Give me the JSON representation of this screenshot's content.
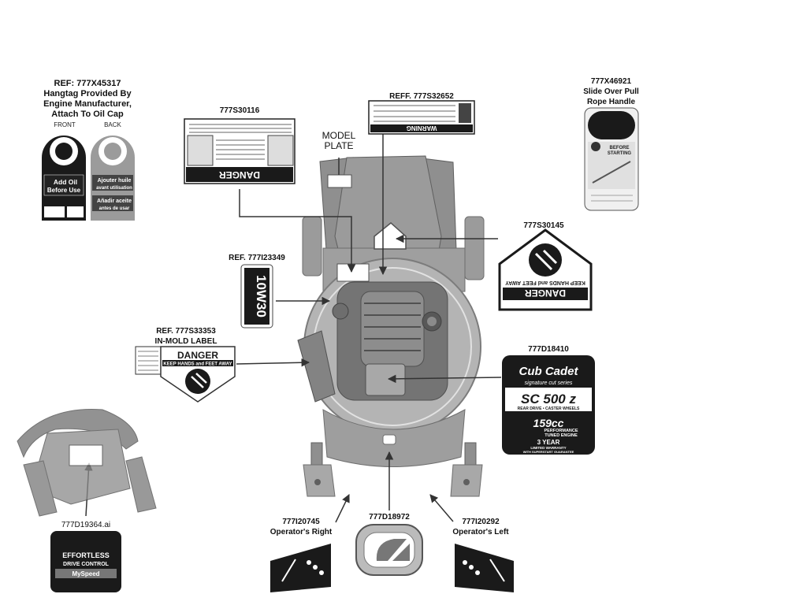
{
  "labels": {
    "hangtag_ref": "REF: 777X45317",
    "hangtag_desc_1": "Hangtag Provided By",
    "hangtag_desc_2": "Engine Manufacturer,",
    "hangtag_desc_3": "Attach To Oil Cap",
    "front": "FRONT",
    "back": "BACK",
    "warning_label_ref": "777S30116",
    "model_plate_1": "MODEL",
    "model_plate_2": "PLATE",
    "warning2_ref": "REFF. 777S32652",
    "pull_handle_ref": "777X46921",
    "pull_handle_desc_1": "Slide Over Pull",
    "pull_handle_desc_2": "Rope Handle",
    "hand_label_ref": "777S30145",
    "oil_label_ref": "REF. 777I23349",
    "inmold_ref": "REF. 777S33353",
    "inmold_desc": "IN-MOLD LABEL",
    "cubcadet_ref": "777D18410",
    "mower_ref": "777D19364.ai",
    "right_ref": "777I20745",
    "right_desc": "Operator's Right",
    "center_ref": "777D18972",
    "left_ref": "777I20292",
    "left_desc": "Operator's Left"
  },
  "decal_text": {
    "add_oil_1": "Add Oil",
    "add_oil_2": "Before Use",
    "ajouter_1": "Ajouter huile",
    "ajouter_2": "avant utilisation",
    "anadir_1": "Añadir aceite",
    "anadir_2": "antes de usar",
    "warning_word": "WARNING",
    "danger_word": "DANGER",
    "oil_grade": "10W30",
    "keep_hands": "KEEP HANDS and FEET AWAY",
    "before_starting_1": "BEFORE",
    "before_starting_2": "STARTING",
    "brand": "Cub Cadet",
    "series": "signature cut series",
    "model": "SC 500 z",
    "drive": "REAR DRIVE • CASTER WHEELS",
    "cc": "159cc",
    "engine_1": "PERFORMANCE",
    "engine_2": "TUNED ENGINE",
    "warranty_1": "3 YEAR",
    "warranty_2": "LIMITED WARRANTY",
    "warranty_3": "WITH SUPERSTART GUARANTEE",
    "effortless_1": "EFFORTLESS",
    "effortless_2": "DRIVE CONTROL",
    "effortless_3": "MySpeed"
  },
  "colors": {
    "decal_black": "#1a1a1a",
    "mower_gray": "#8a8a8a",
    "mower_dark": "#5a5a5a",
    "leader_line": "#333333"
  }
}
